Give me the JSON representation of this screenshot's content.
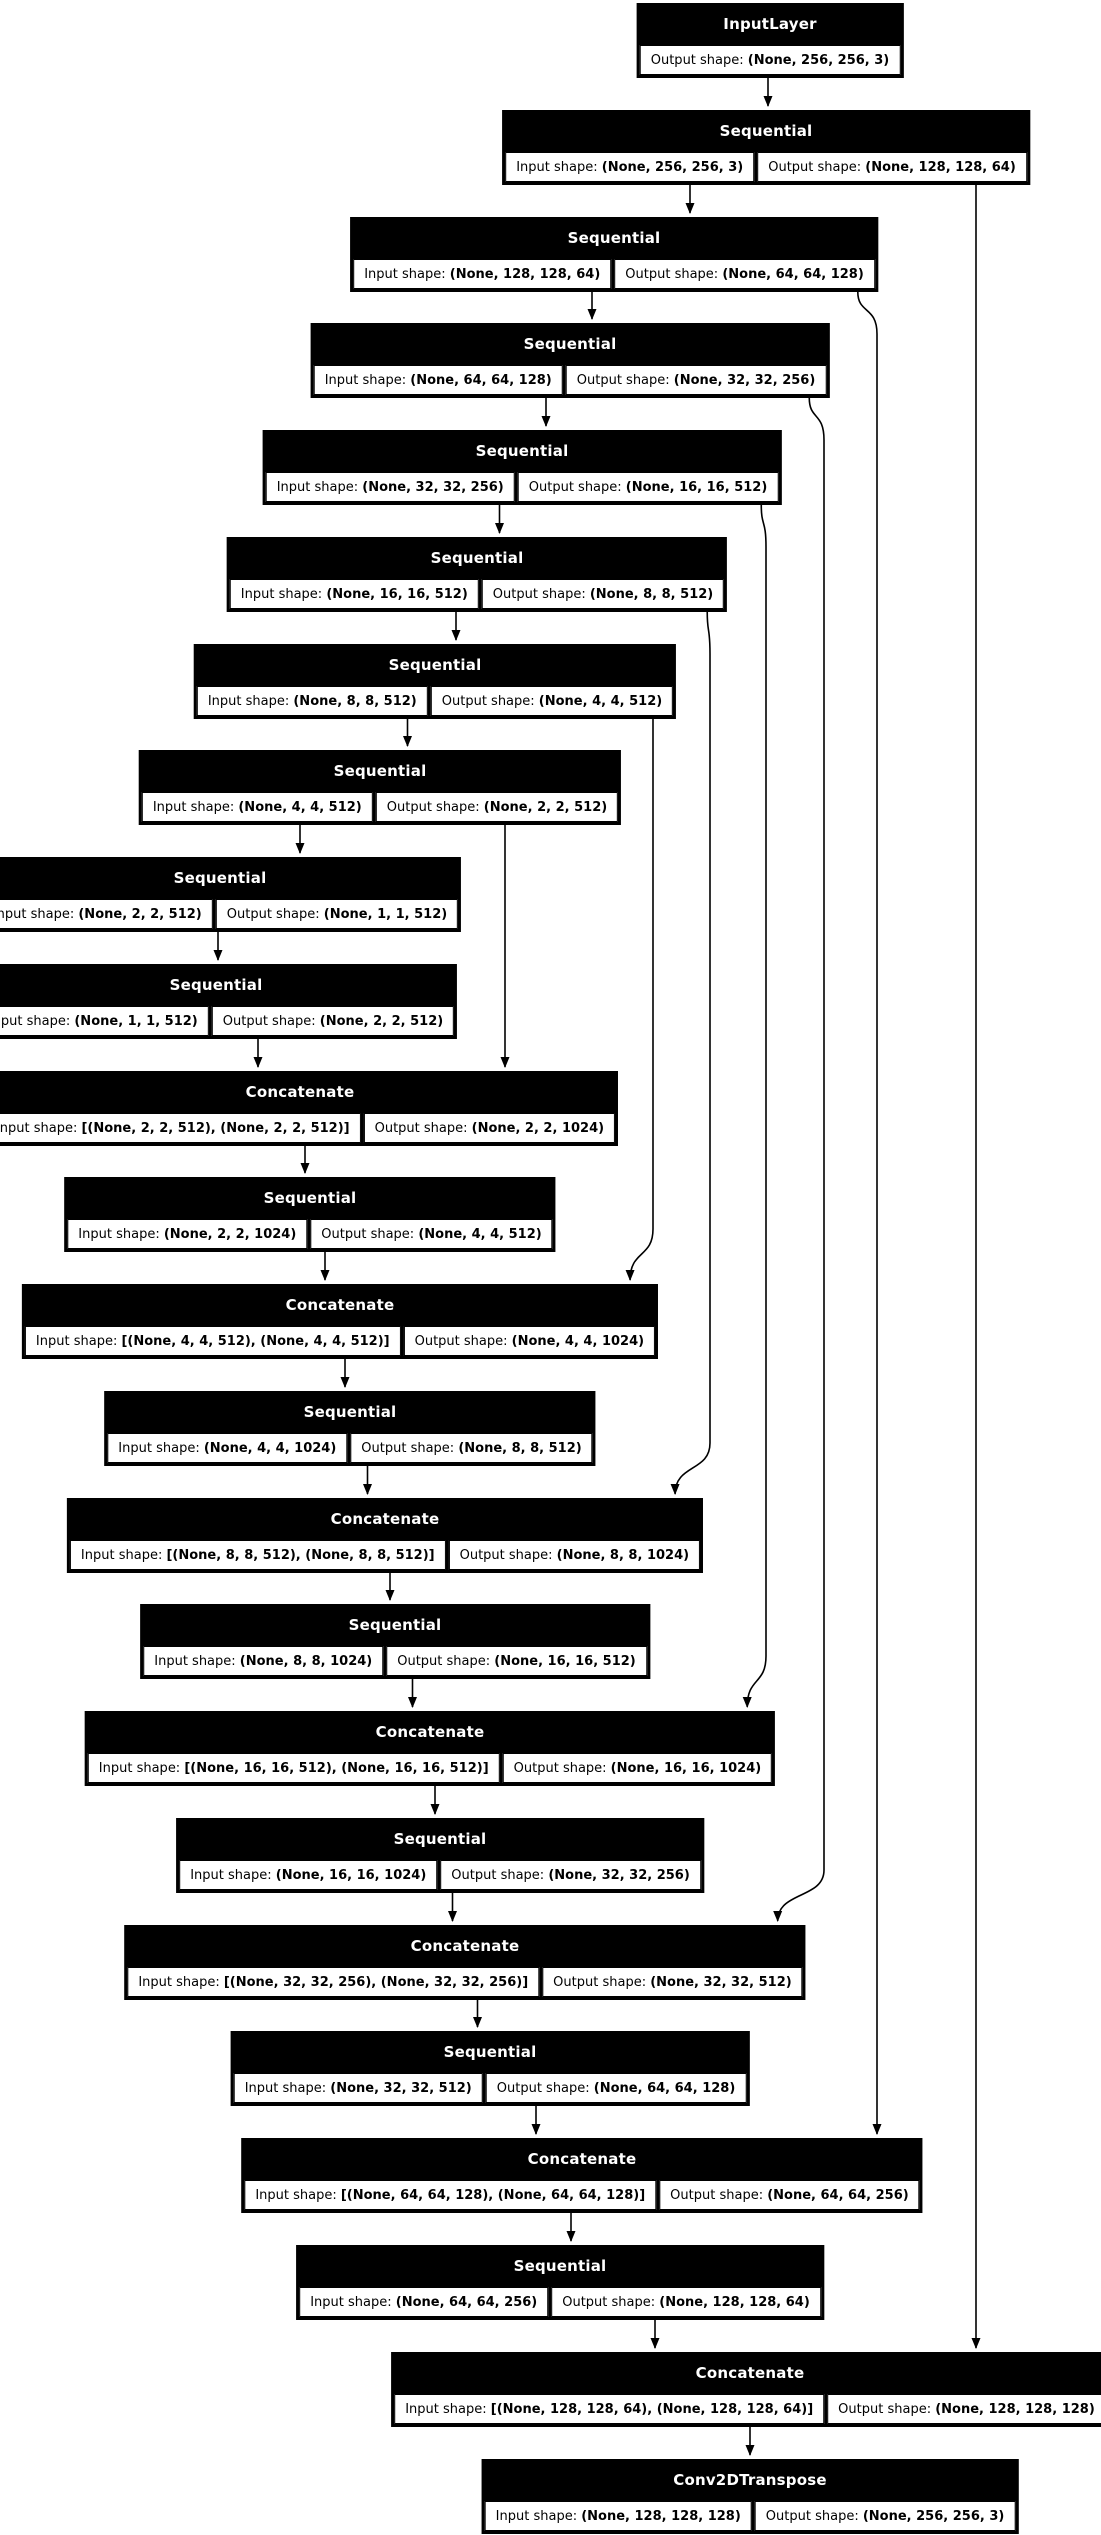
{
  "diagram": {
    "kind": "keras-model-architecture",
    "labels": {
      "input_prefix": "Input shape: ",
      "output_prefix": "Output shape: "
    },
    "colors": {
      "node_bg": "#000000",
      "node_text": "#ffffff",
      "cell_bg": "#ffffff",
      "cell_text": "#000000",
      "edge": "#000000",
      "background": "#ffffff"
    },
    "nodes": [
      {
        "id": 1,
        "type": "InputLayer",
        "input_shape": null,
        "output_shape": "(None, 256, 256, 3)"
      },
      {
        "id": 2,
        "type": "Sequential",
        "input_shape": "(None, 256, 256, 3)",
        "output_shape": "(None, 128, 128, 64)"
      },
      {
        "id": 3,
        "type": "Sequential",
        "input_shape": "(None, 128, 128, 64)",
        "output_shape": "(None, 64, 64, 128)"
      },
      {
        "id": 4,
        "type": "Sequential",
        "input_shape": "(None, 64, 64, 128)",
        "output_shape": "(None, 32, 32, 256)"
      },
      {
        "id": 5,
        "type": "Sequential",
        "input_shape": "(None, 32, 32, 256)",
        "output_shape": "(None, 16, 16, 512)"
      },
      {
        "id": 6,
        "type": "Sequential",
        "input_shape": "(None, 16, 16, 512)",
        "output_shape": "(None, 8, 8, 512)"
      },
      {
        "id": 7,
        "type": "Sequential",
        "input_shape": "(None, 8, 8, 512)",
        "output_shape": "(None, 4, 4, 512)"
      },
      {
        "id": 8,
        "type": "Sequential",
        "input_shape": "(None, 4, 4, 512)",
        "output_shape": "(None, 2, 2, 512)"
      },
      {
        "id": 9,
        "type": "Sequential",
        "input_shape": "(None, 2, 2, 512)",
        "output_shape": "(None, 1, 1, 512)"
      },
      {
        "id": 10,
        "type": "Sequential",
        "input_shape": "(None, 1, 1, 512)",
        "output_shape": "(None, 2, 2, 512)"
      },
      {
        "id": 11,
        "type": "Concatenate",
        "input_shape": "[(None, 2, 2, 512), (None, 2, 2, 512)]",
        "output_shape": "(None, 2, 2, 1024)"
      },
      {
        "id": 12,
        "type": "Sequential",
        "input_shape": "(None, 2, 2, 1024)",
        "output_shape": "(None, 4, 4, 512)"
      },
      {
        "id": 13,
        "type": "Concatenate",
        "input_shape": "[(None, 4, 4, 512), (None, 4, 4, 512)]",
        "output_shape": "(None, 4, 4, 1024)"
      },
      {
        "id": 14,
        "type": "Sequential",
        "input_shape": "(None, 4, 4, 1024)",
        "output_shape": "(None, 8, 8, 512)"
      },
      {
        "id": 15,
        "type": "Concatenate",
        "input_shape": "[(None, 8, 8, 512), (None, 8, 8, 512)]",
        "output_shape": "(None, 8, 8, 1024)"
      },
      {
        "id": 16,
        "type": "Sequential",
        "input_shape": "(None, 8, 8, 1024)",
        "output_shape": "(None, 16, 16, 512)"
      },
      {
        "id": 17,
        "type": "Concatenate",
        "input_shape": "[(None, 16, 16, 512), (None, 16, 16, 512)]",
        "output_shape": "(None, 16, 16, 1024)"
      },
      {
        "id": 18,
        "type": "Sequential",
        "input_shape": "(None, 16, 16, 1024)",
        "output_shape": "(None, 32, 32, 256)"
      },
      {
        "id": 19,
        "type": "Concatenate",
        "input_shape": "[(None, 32, 32, 256), (None, 32, 32, 256)]",
        "output_shape": "(None, 32, 32, 512)"
      },
      {
        "id": 20,
        "type": "Sequential",
        "input_shape": "(None, 32, 32, 512)",
        "output_shape": "(None, 64, 64, 128)"
      },
      {
        "id": 21,
        "type": "Concatenate",
        "input_shape": "[(None, 64, 64, 128), (None, 64, 64, 128)]",
        "output_shape": "(None, 64, 64, 256)"
      },
      {
        "id": 22,
        "type": "Sequential",
        "input_shape": "(None, 64, 64, 256)",
        "output_shape": "(None, 128, 128, 64)"
      },
      {
        "id": 23,
        "type": "Concatenate",
        "input_shape": "[(None, 128, 128, 64), (None, 128, 128, 64)]",
        "output_shape": "(None, 128, 128, 128)"
      },
      {
        "id": 24,
        "type": "Conv2DTranspose",
        "input_shape": "(None, 128, 128, 128)",
        "output_shape": "(None, 256, 256, 3)"
      }
    ],
    "edges": [
      {
        "from": 1,
        "to": 2
      },
      {
        "from": 2,
        "to": 3
      },
      {
        "from": 3,
        "to": 4
      },
      {
        "from": 4,
        "to": 5
      },
      {
        "from": 5,
        "to": 6
      },
      {
        "from": 6,
        "to": 7
      },
      {
        "from": 7,
        "to": 8
      },
      {
        "from": 8,
        "to": 9
      },
      {
        "from": 9,
        "to": 10
      },
      {
        "from": 10,
        "to": 11
      },
      {
        "from": 8,
        "to": 11
      },
      {
        "from": 11,
        "to": 12
      },
      {
        "from": 12,
        "to": 13
      },
      {
        "from": 7,
        "to": 13
      },
      {
        "from": 13,
        "to": 14
      },
      {
        "from": 14,
        "to": 15
      },
      {
        "from": 6,
        "to": 15
      },
      {
        "from": 15,
        "to": 16
      },
      {
        "from": 16,
        "to": 17
      },
      {
        "from": 5,
        "to": 17
      },
      {
        "from": 17,
        "to": 18
      },
      {
        "from": 18,
        "to": 19
      },
      {
        "from": 4,
        "to": 19
      },
      {
        "from": 19,
        "to": 20
      },
      {
        "from": 20,
        "to": 21
      },
      {
        "from": 3,
        "to": 21
      },
      {
        "from": 21,
        "to": 22
      },
      {
        "from": 22,
        "to": 23
      },
      {
        "from": 2,
        "to": 23
      },
      {
        "from": 23,
        "to": 24
      }
    ]
  }
}
